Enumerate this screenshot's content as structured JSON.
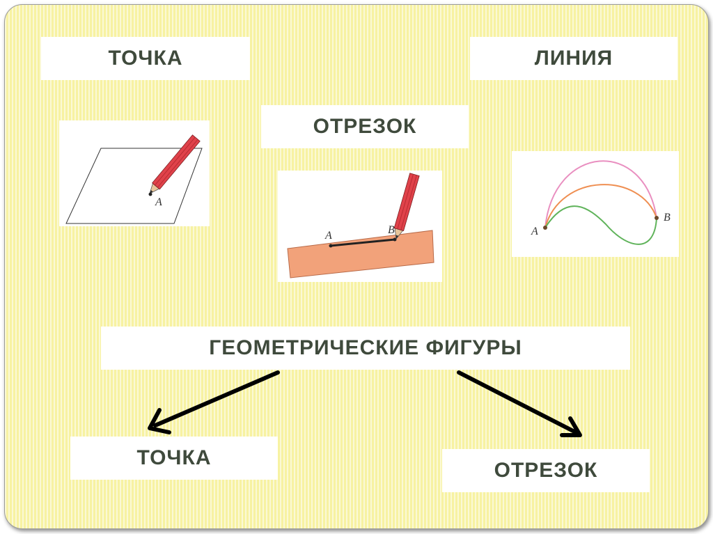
{
  "labels": {
    "point_top": "ТОЧКА",
    "line_top": "ЛИНИЯ",
    "segment_top": "ОТРЕЗОК",
    "geometric_figures": "ГЕОМЕТРИЧЕСКИЕ  ФИГУРЫ",
    "point_bottom": "ТОЧКА",
    "segment_bottom": "ОТРЕЗОК"
  },
  "illustrations": {
    "point": {
      "point_name": "A"
    },
    "segment": {
      "start_name": "A",
      "end_name": "B"
    },
    "lines": {
      "start_name": "A",
      "end_name": "B"
    }
  },
  "colors": {
    "background": "#f7f2a2",
    "text": "#3f4a3c",
    "pencil": "#e0424a",
    "ruler": "#f2a27a",
    "arc_pink": "#e98fc0",
    "arc_orange": "#ef8f52",
    "arc_green": "#5fb35a",
    "arrow": "#000000"
  }
}
